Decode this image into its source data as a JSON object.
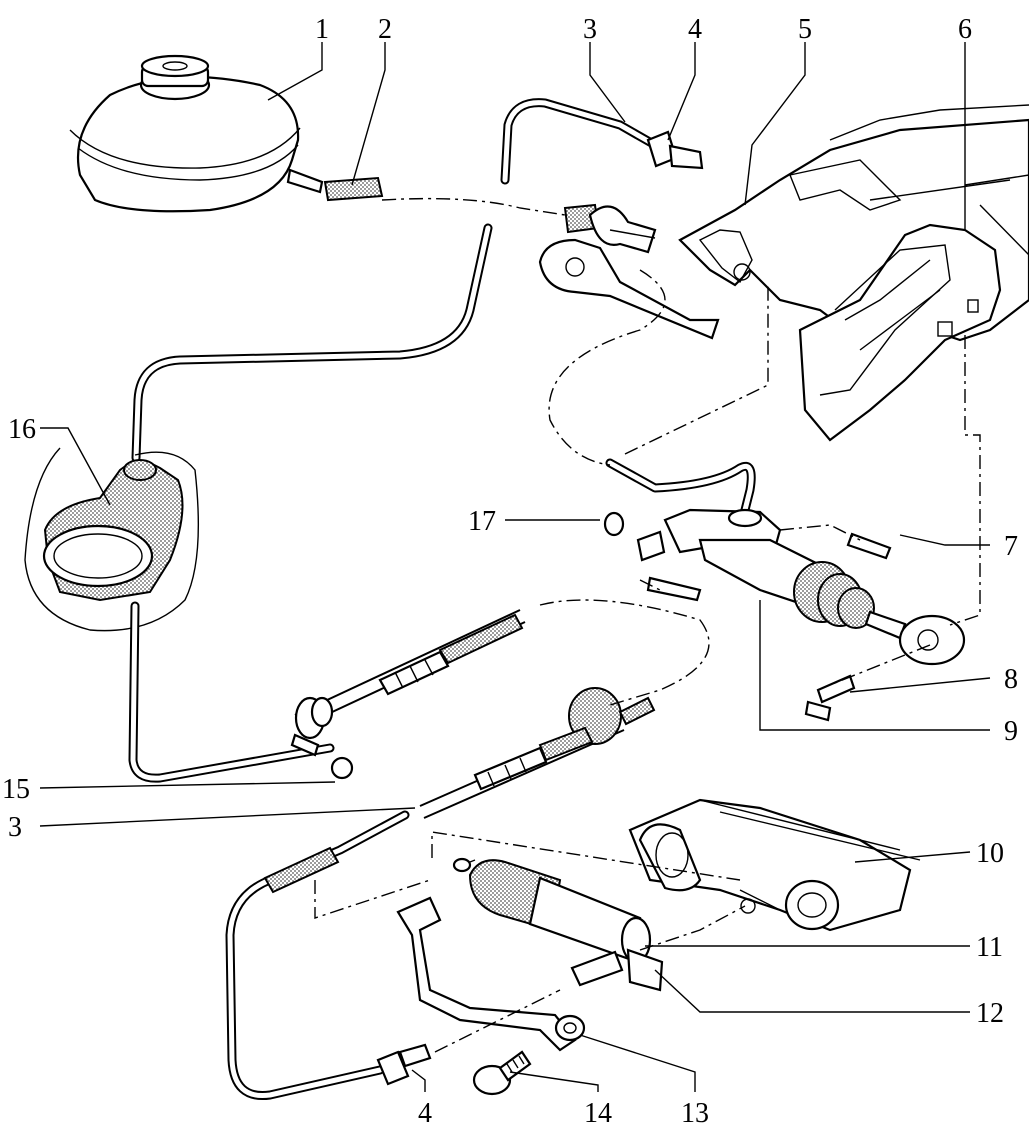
{
  "labels": {
    "l1": "1",
    "l2": "2",
    "l3a": "3",
    "l4a": "4",
    "l5": "5",
    "l6": "6",
    "l7": "7",
    "l8": "8",
    "l9": "9",
    "l10": "10",
    "l11": "11",
    "l12": "12",
    "l13": "13",
    "l14": "14",
    "l15": "15",
    "l16": "16",
    "l17": "17",
    "l3b": "3",
    "l4b": "4"
  }
}
